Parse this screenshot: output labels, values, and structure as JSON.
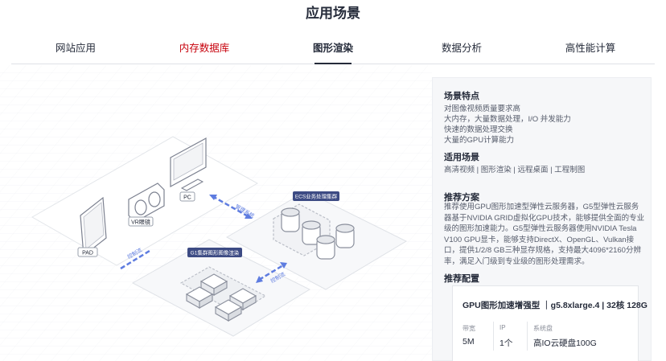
{
  "page_title": "应用场景",
  "tabs": [
    {
      "label": "网站应用"
    },
    {
      "label": "内存数据库"
    },
    {
      "label": "图形渲染"
    },
    {
      "label": "数据分析"
    },
    {
      "label": "高性能计算"
    }
  ],
  "illustration": {
    "pad_label": "PAD",
    "vr_label": "VR眼镜",
    "pc_label": "PC",
    "ecs_label": "ECS业务处理集群",
    "g1_label": "G1集群图形图像渲染",
    "arrow1_label": "管理系统",
    "arrow2_label": "控制流",
    "arrow3_label": "控制流"
  },
  "panel": {
    "features_title": "场景特点",
    "features": [
      "对图像视频质量要求高",
      "大内存，大量数据处理，I/O 并发能力",
      "快速的数据处理交换",
      "大量的GPU计算能力"
    ],
    "scenes_title": "适用场景",
    "scenes_text": "高清视频 | 图形渲染 | 远程桌面 | 工程制图",
    "solution_title": "推荐方案",
    "solution_text": "推荐使用GPU图形加速型弹性云服务器，G5型弹性云服务器基于NVIDIA GRID虚拟化GPU技术，能够提供全面的专业级的图形加速能力。G5型弹性云服务器使用NVIDIA Tesla V100 GPU显卡，能够支持DirectX、OpenGL、Vulkan接口，提供1/2/8 GB三种显存规格，支持最大4096*2160分辨率，满足入门级到专业级的图形处理需求。",
    "config_title": "推荐配置",
    "config": {
      "title": "GPU图形加速增强型 ｜g5.8xlarge.4 | 32核 128G",
      "specs": [
        {
          "label": "带宽",
          "value": "5M"
        },
        {
          "label": "IP",
          "value": "1个"
        },
        {
          "label": "系统盘",
          "value": "高IO云硬盘100G"
        }
      ]
    }
  }
}
